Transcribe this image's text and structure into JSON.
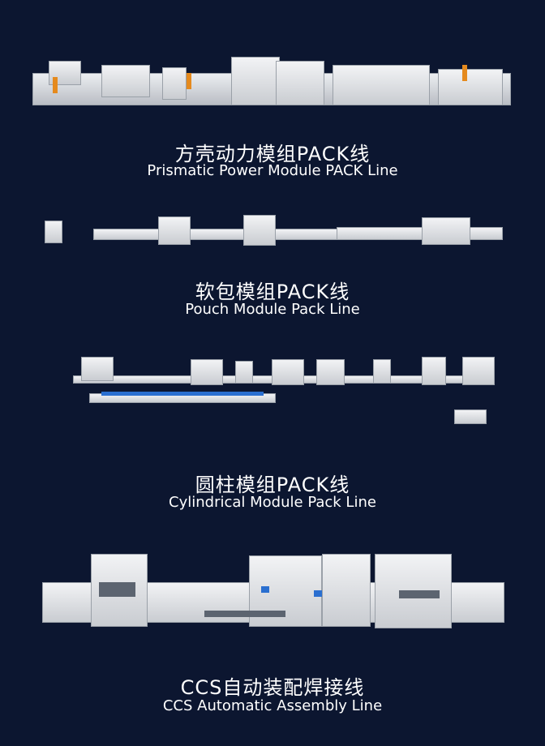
{
  "lines": [
    {
      "title_cn": "方壳动力模组PACK线",
      "title_en": "Prismatic Power Module PACK Line"
    },
    {
      "title_cn": "软包模组PACK线",
      "title_en": "Pouch Module Pack Line"
    },
    {
      "title_cn": "圆柱模组PACK线",
      "title_en": "Cylindrical Module Pack Line"
    },
    {
      "title_cn": "CCS自动装配焊接线",
      "title_en": "CCS Automatic Assembly Line"
    }
  ]
}
